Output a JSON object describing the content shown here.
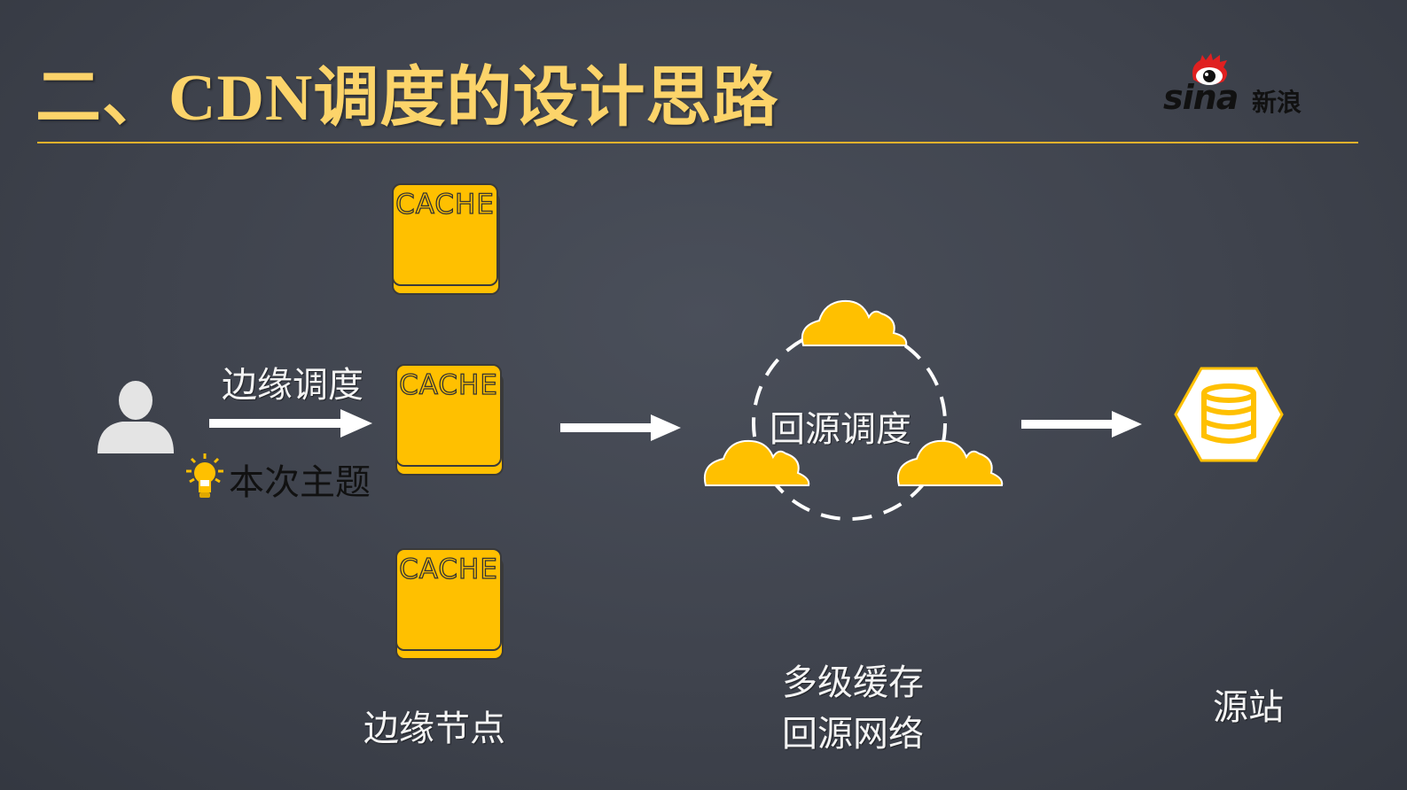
{
  "slide": {
    "title": "二、CDN调度的设计思路",
    "logo": {
      "brand_text": "sina",
      "brand_cn": "新浪",
      "icon": "sina-eye-logo-icon"
    },
    "colors": {
      "title": "#fcd46a",
      "rule": "#e9b22c",
      "accent": "#ffc000",
      "background": "#3f434d",
      "text": "#f4f4f4"
    }
  },
  "diagram": {
    "user": {
      "icon": "user-icon"
    },
    "edge_schedule_label": "边缘调度",
    "topic_note": {
      "icon": "lightbulb-icon",
      "label": "本次主题"
    },
    "cache_nodes": [
      {
        "label": "CACHE"
      },
      {
        "label": "CACHE"
      },
      {
        "label": "CACHE"
      }
    ],
    "edge_nodes_caption": "边缘节点",
    "origin_schedule_label": "回源调度",
    "clouds": [
      {
        "icon": "cloud-icon"
      },
      {
        "icon": "cloud-icon"
      },
      {
        "icon": "cloud-icon"
      }
    ],
    "network_caption_line1": "多级缓存",
    "network_caption_line2": "回源网络",
    "origin": {
      "icon": "database-icon",
      "caption": "源站"
    }
  }
}
